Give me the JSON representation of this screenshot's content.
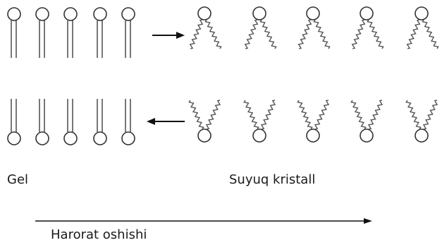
{
  "labels": {
    "gel": "Gel",
    "liquid_crystal": "Suyuq kristall",
    "temperature": "Harorat oshishi"
  },
  "diagram": {
    "gel_lipids_per_row": 5,
    "liquid_crystal_lipids_per_row": 5,
    "arrows": [
      {
        "from": "gel",
        "to": "liquid_crystal",
        "row": "top"
      },
      {
        "from": "liquid_crystal",
        "to": "gel",
        "row": "bottom"
      }
    ]
  },
  "colors": {
    "stroke": "#333333",
    "head_fill": "#ffffff",
    "tail": "#555555"
  }
}
